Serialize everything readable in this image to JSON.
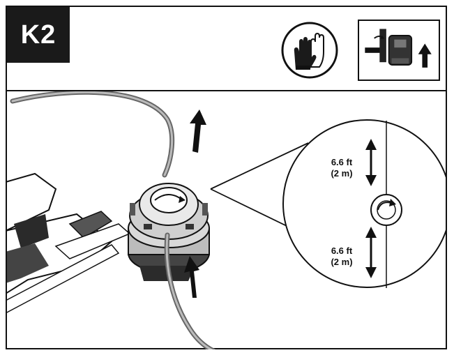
{
  "header": {
    "step_label": "K2",
    "icons": [
      "gloves-icon",
      "trimmer-head-removal-icon"
    ]
  },
  "detail": {
    "top_length": {
      "value": "6.6 ft",
      "metric": "(2 m)"
    },
    "bottom_length": {
      "value": "6.6 ft",
      "metric": "(2 m)"
    }
  },
  "colors": {
    "ink": "#111111",
    "badge": "#1a1a1a",
    "paper": "#ffffff"
  }
}
